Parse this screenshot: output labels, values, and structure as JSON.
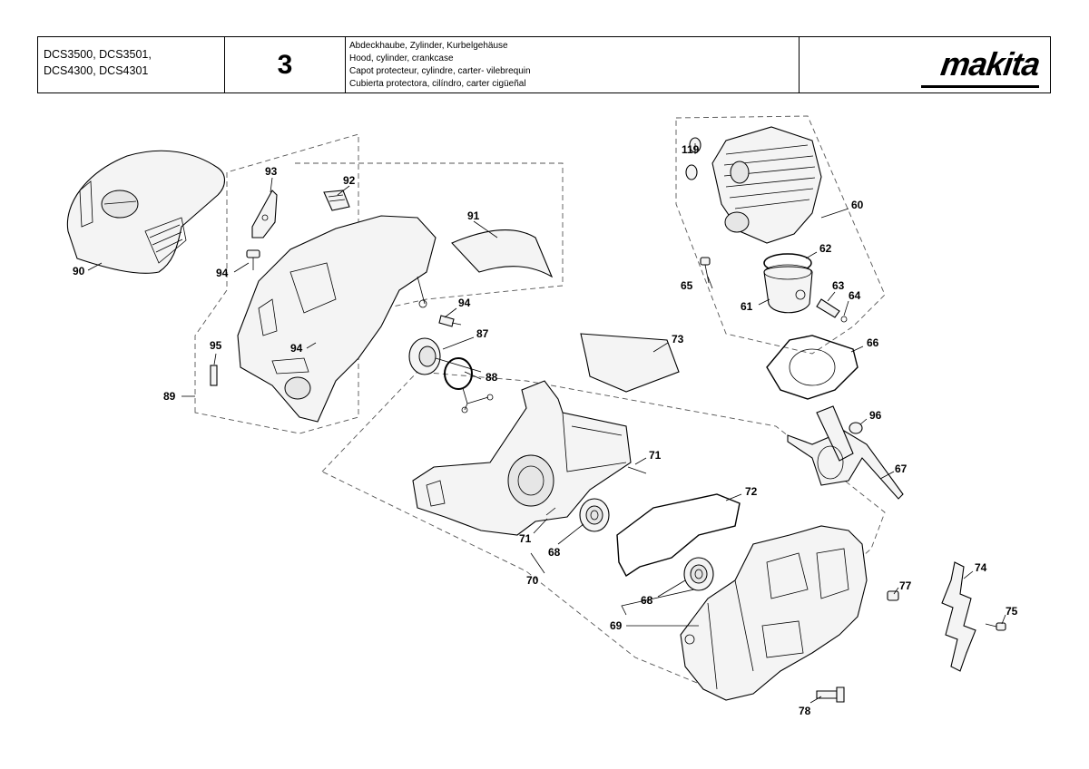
{
  "header": {
    "models": [
      "DCS3500, DCS3501,",
      "DCS4300, DCS4301"
    ],
    "page_number": "3",
    "titles": [
      "Abdeckhaube, Zylinder, Kurbelgehäuse",
      "Hood, cylinder, crankcase",
      "Capot protecteur, cylindre, carter- vilebrequin",
      "Cubierta protectora, cilíndro, carter cigüeñal"
    ],
    "logo": "makita"
  },
  "callouts": [
    "119",
    "93",
    "92",
    "91",
    "60",
    "62",
    "90",
    "94",
    "94",
    "65",
    "63",
    "64",
    "61",
    "95",
    "94",
    "87",
    "73",
    "66",
    "88",
    "89",
    "96",
    "71",
    "67",
    "72",
    "71",
    "68",
    "70",
    "74",
    "77",
    "68",
    "75",
    "69",
    "78"
  ]
}
